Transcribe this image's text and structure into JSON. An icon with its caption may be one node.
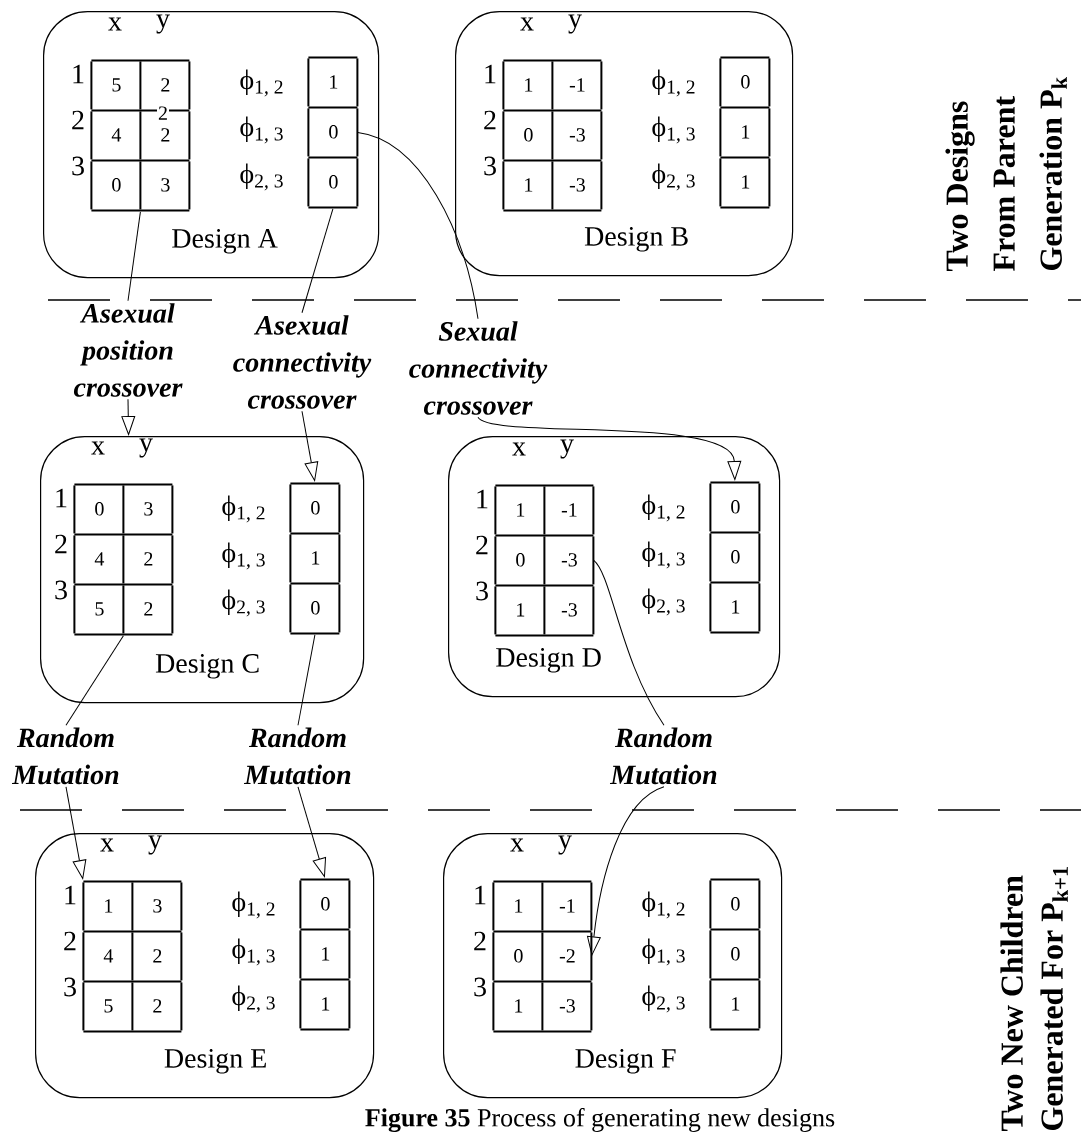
{
  "diagram": {
    "caption": "**Figure 35** Process of generating new designs",
    "nodes": [
      {
        "text": [
          "Design A"
        ]
      },
      {
        "text": [
          "5",
          "2",
          "4",
          "2",
          "0",
          "3"
        ],
        "in": 0
      },
      {
        "text": [
          "1",
          "0",
          "0"
        ],
        "in": 0
      },
      {
        "text": [
          "Design B"
        ]
      },
      {
        "text": [
          "1",
          "-1",
          "0",
          "-3",
          "1",
          "-3"
        ],
        "in": 3
      },
      {
        "text": [
          "0",
          "1",
          "1"
        ],
        "in": 3
      },
      {
        "text": [
          "Asexual position crossover"
        ]
      },
      {
        "text": [
          "Asexual connectivity crossover"
        ]
      },
      {
        "text": [
          "Sexual connectivity crossover"
        ]
      },
      {
        "text": [
          "Design C"
        ]
      },
      {
        "text": [
          "0",
          "3",
          "4",
          "2",
          "5",
          "2"
        ],
        "in": 9
      },
      {
        "text": [
          "0",
          "1",
          "0"
        ],
        "in": 9
      },
      {
        "text": [
          "Design D"
        ]
      },
      {
        "text": [
          "1",
          "-1",
          "0",
          "-3",
          "1",
          "-3"
        ],
        "in": 12
      },
      {
        "text": [
          "0",
          "0",
          "1"
        ],
        "in": 12
      },
      {
        "text": [
          "Random Mutation"
        ]
      },
      {
        "text": [
          "Random Mutation"
        ]
      },
      {
        "text": [
          "Random Mutation"
        ]
      },
      {
        "text": [
          "Design E"
        ]
      },
      {
        "text": [
          "1",
          "3",
          "4",
          "2",
          "5",
          "2"
        ],
        "in": 18
      },
      {
        "text": [
          "0",
          "1",
          "1"
        ],
        "in": 18
      },
      {
        "text": [
          "Design F"
        ]
      },
      {
        "text": [
          "1",
          "-1",
          "0",
          "-2",
          "1",
          "-3"
        ],
        "in": 21
      },
      {
        "text": [
          "0",
          "0",
          "1"
        ],
        "in": 21
      }
    ],
    "edges": [
      {
        "from": 1,
        "to": 6,
        "arrow": "none"
      },
      {
        "from": 6,
        "to": 9,
        "arrow": "to"
      },
      {
        "from": 2,
        "to": 7,
        "arrow": "none"
      },
      {
        "from": 7,
        "to": 11,
        "arrow": "to"
      },
      {
        "from": 2,
        "to": 8,
        "arrow": "none"
      },
      {
        "from": 8,
        "to": 14,
        "arrow": "to"
      },
      {
        "from": 10,
        "to": 15,
        "arrow": "none"
      },
      {
        "from": 15,
        "to": 19,
        "arrow": "to"
      },
      {
        "from": 11,
        "to": 16,
        "arrow": "none"
      },
      {
        "from": 16,
        "to": 20,
        "arrow": "to"
      },
      {
        "from": 13,
        "to": 17,
        "arrow": "none"
      },
      {
        "from": 17,
        "to": 22,
        "arrow": "to"
      }
    ],
    "labels": [
      "x",
      "y",
      "1",
      "2",
      "3",
      "ϕ$_{1, 2}$",
      "ϕ$_{1, 3}$",
      "ϕ$_{2, 3}$",
      "x",
      "y",
      "1",
      "2",
      "3",
      "ϕ$_{1, 2}$",
      "ϕ$_{1, 3}$",
      "ϕ$_{2, 3}$",
      "x",
      "y",
      "1",
      "2",
      "3",
      "ϕ$_{1, 2}$",
      "ϕ$_{1, 3}$",
      "ϕ$_{2, 3}$",
      "x",
      "y",
      "1",
      "2",
      "3",
      "ϕ$_{1, 2}$",
      "ϕ$_{1, 3}$",
      "ϕ$_{2, 3}$",
      "x",
      "y",
      "1",
      "2",
      "3",
      "ϕ$_{1, 2}$",
      "ϕ$_{1, 3}$",
      "ϕ$_{2, 3}$",
      "x",
      "y",
      "1",
      "2",
      "3",
      "ϕ$_{1, 2}$",
      "ϕ$_{1, 3}$",
      "ϕ$_{2, 3}$",
      "2",
      "Two Designs From Parent Generation P$_{k}$",
      "Two New Children Generated For P$_{k+1}$"
    ]
  }
}
